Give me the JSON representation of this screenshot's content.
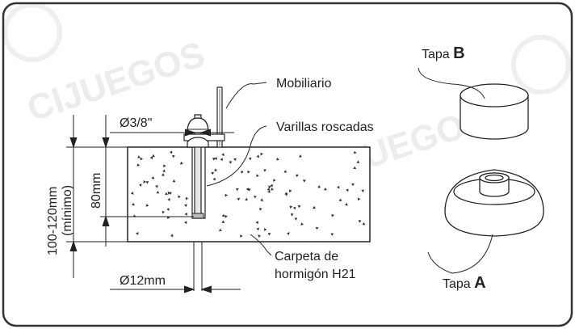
{
  "watermark": {
    "text_1": "CIJUEGOS",
    "text_2": "CIJUEGOS",
    "color": "#eeeeee"
  },
  "labels": {
    "mobiliario": "Mobiliario",
    "diametro_varilla": "Ø3/8\"",
    "varillas": "Varillas roscadas",
    "altura_total": "100-120mm",
    "minimo": "(mínimo)",
    "profundidad": "80mm",
    "carpeta_line1": "Carpeta de",
    "carpeta_line2": "hormigón H21",
    "diametro_perforacion": "Ø12mm"
  },
  "caps": {
    "tapa_b_prefix": "Tapa ",
    "tapa_b_letter": "B",
    "tapa_a_prefix": "Tapa ",
    "tapa_a_letter": "A"
  },
  "colors": {
    "line": "#222222",
    "frame": "#333333",
    "concrete_fill": "#ffffff",
    "rod_fill": "#e6e6e6",
    "cap_fill": "#ffffff"
  }
}
